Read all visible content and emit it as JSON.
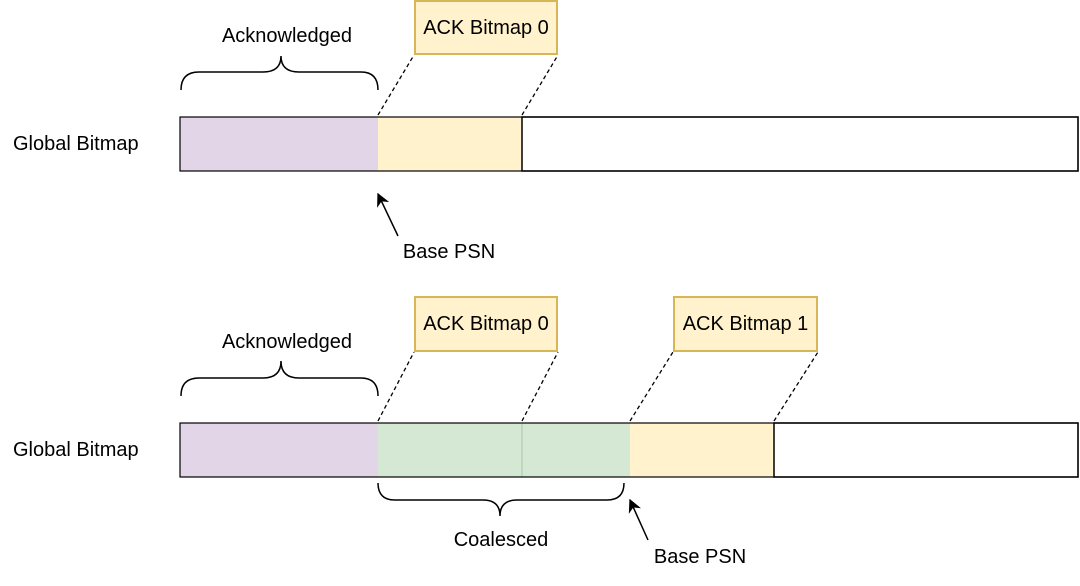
{
  "colors": {
    "acknowledged": "#e1d5e7",
    "ack_bitmap": "#fff2cc",
    "ack_bitmap_border": "#d6b656",
    "coalesced": "#d5e8d4",
    "coalesced_border": "#b7d3b5",
    "empty": "#ffffff",
    "outline": "#000000"
  },
  "top": {
    "row_label": "Global Bitmap",
    "acknowledged_label": "Acknowledged",
    "ack_bitmap_0": "ACK Bitmap 0",
    "base_psn_label": "Base PSN"
  },
  "bottom": {
    "row_label": "Global Bitmap",
    "acknowledged_label": "Acknowledged",
    "ack_bitmap_0": "ACK Bitmap 0",
    "ack_bitmap_1": "ACK Bitmap 1",
    "coalesced_label": "Coalesced",
    "base_psn_label": "Base PSN"
  }
}
